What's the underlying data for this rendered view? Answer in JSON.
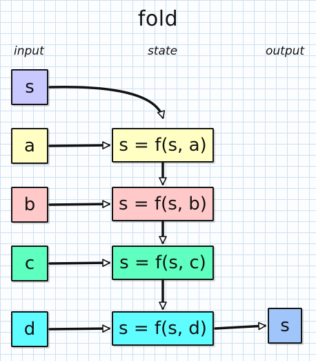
{
  "title": "fold",
  "columns": {
    "input": "input",
    "state": "state",
    "output": "output"
  },
  "inputs": [
    {
      "label": "s",
      "color": "#c9c9ff"
    },
    {
      "label": "a",
      "color": "#ffffc4"
    },
    {
      "label": "b",
      "color": "#ffc9c9"
    },
    {
      "label": "c",
      "color": "#5effbf"
    },
    {
      "label": "d",
      "color": "#5ffdff"
    }
  ],
  "states": [
    {
      "label": "s = f(s, a)",
      "color": "#ffffc4"
    },
    {
      "label": "s = f(s, b)",
      "color": "#ffc9c9"
    },
    {
      "label": "s = f(s, c)",
      "color": "#5effbf"
    },
    {
      "label": "s = f(s, d)",
      "color": "#5ffdff"
    }
  ],
  "output": {
    "label": "s",
    "color": "#9fc5fb"
  }
}
